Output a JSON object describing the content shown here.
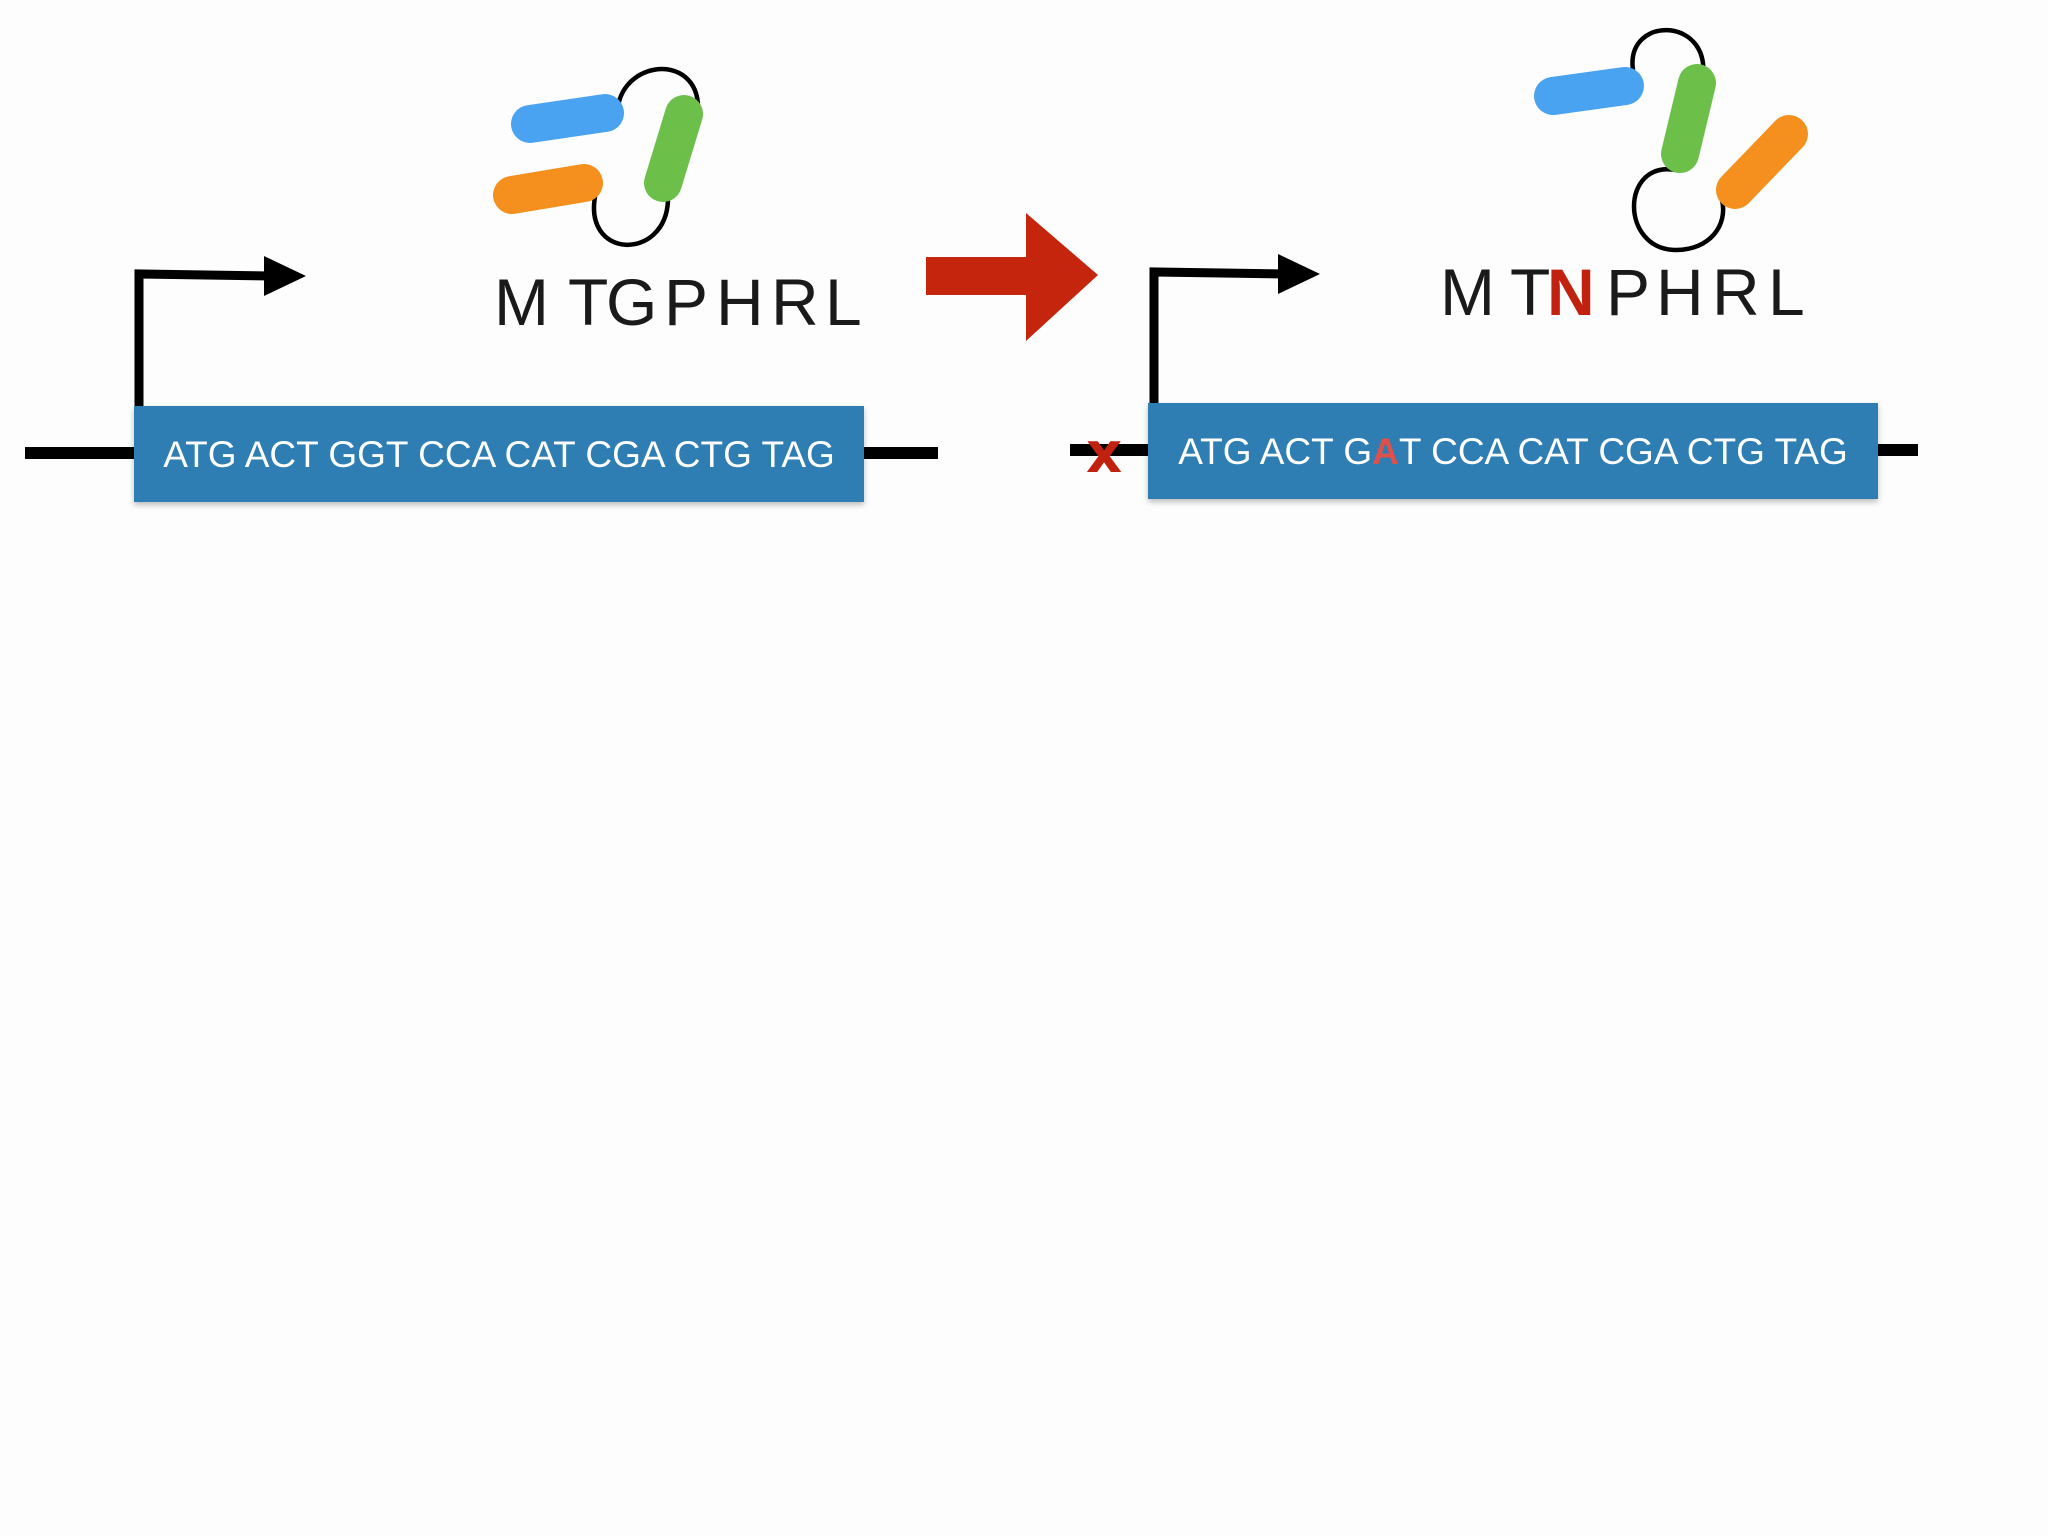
{
  "left": {
    "protein": [
      "M",
      "T",
      "G",
      "P",
      "H",
      "R",
      "L"
    ],
    "dna_sequence": "ATG ACT GGT CCA CAT CGA CTG TAG"
  },
  "right": {
    "protein": [
      "M",
      "T",
      "N",
      "P",
      "H",
      "R",
      "L"
    ],
    "mutated_residue_index": 2,
    "dna_prefix": "ATG ACT G",
    "dna_mutated_base": "A",
    "dna_suffix": "T CCA CAT CGA CTG TAG",
    "disrupted_mark": "x"
  },
  "colors": {
    "gene_box": "#2f7db3",
    "dna_text": "#ffffff",
    "mutation": "#c0220f",
    "mutation_base": "#e0504a",
    "arrow": "#c4250c",
    "helix_blue": "#4aa3f0",
    "helix_green": "#6cc04a",
    "helix_orange": "#f5901e",
    "line": "#000000"
  },
  "icons": {
    "promoter": "promoter-arrow-icon",
    "transition": "right-arrow-icon",
    "protein_fold": "folded-protein-icon",
    "mutation_break": "x-mark-icon"
  }
}
